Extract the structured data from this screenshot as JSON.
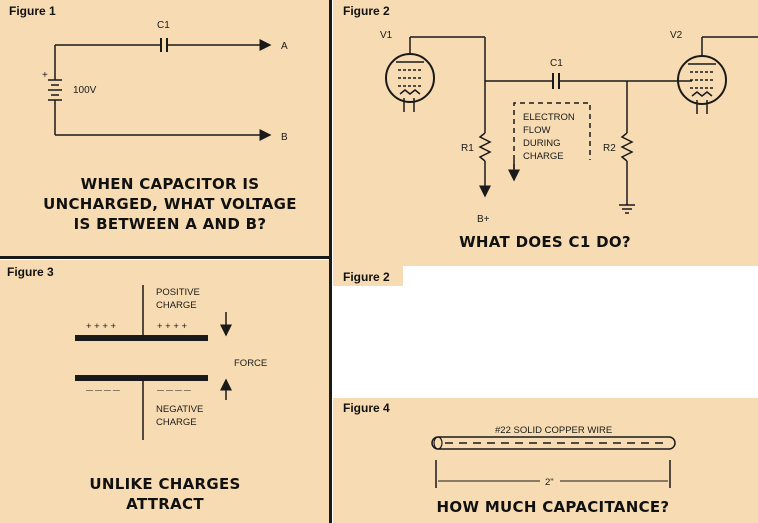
{
  "figure1": {
    "label": "Figure 1",
    "capacitor": "C1",
    "terminal_a": "A",
    "terminal_b": "B",
    "battery_plus": "+",
    "battery_voltage": "100V",
    "question_line1": "WHEN CAPACITOR IS",
    "question_line2": "UNCHARGED, WHAT VOLTAGE",
    "question_line3": "IS BETWEEN A AND B?"
  },
  "figure2": {
    "label": "Figure 2",
    "tube1": "V1",
    "tube2": "V2",
    "capacitor": "C1",
    "resistor1": "R1",
    "resistor2": "R2",
    "supply": "B+",
    "flow_line1": "ELECTRON",
    "flow_line2": "FLOW",
    "flow_line3": "DURING",
    "flow_line4": "CHARGE",
    "question": "WHAT DOES C1 DO?"
  },
  "figure2_tab": {
    "label": "Figure 2"
  },
  "figure3": {
    "label": "Figure 3",
    "positive_line1": "POSITIVE",
    "positive_line2": "CHARGE",
    "plus_left": "+ + + +",
    "plus_right": "+ + + +",
    "force": "FORCE",
    "minus_left": "— — — —",
    "minus_right": "— — — —",
    "negative_line1": "NEGATIVE",
    "negative_line2": "CHARGE",
    "question_line1": "UNLIKE CHARGES",
    "question_line2": "ATTRACT"
  },
  "figure4": {
    "label": "Figure 4",
    "wire": "#22 SOLID COPPER WIRE",
    "length": "2\"",
    "question": "HOW MUCH CAPACITANCE?"
  },
  "colors": {
    "panel": "#f7dcb3",
    "ink": "#1a1a1a",
    "divider": "#1a1a1a"
  }
}
